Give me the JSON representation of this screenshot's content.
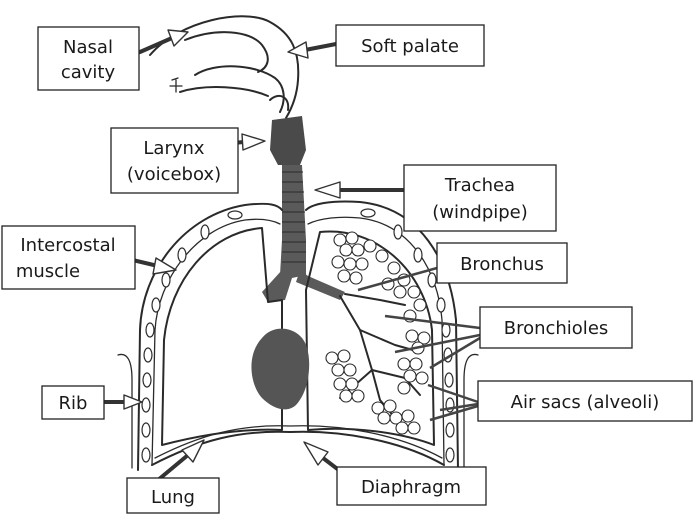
{
  "labels": {
    "nasal_cavity": [
      "Nasal",
      "cavity"
    ],
    "soft_palate": [
      "Soft palate"
    ],
    "larynx": [
      "Larynx",
      "(voicebox)"
    ],
    "trachea": [
      "Trachea",
      "(windpipe)"
    ],
    "intercostal_muscle": [
      "Intercostal",
      "muscle"
    ],
    "bronchus": [
      "Bronchus"
    ],
    "bronchioles": [
      "Bronchioles"
    ],
    "rib": [
      "Rib"
    ],
    "air_sacs": [
      "Air sacs (alveoli)"
    ],
    "lung": [
      "Lung"
    ],
    "diaphragm": [
      "Diaphragm"
    ]
  }
}
